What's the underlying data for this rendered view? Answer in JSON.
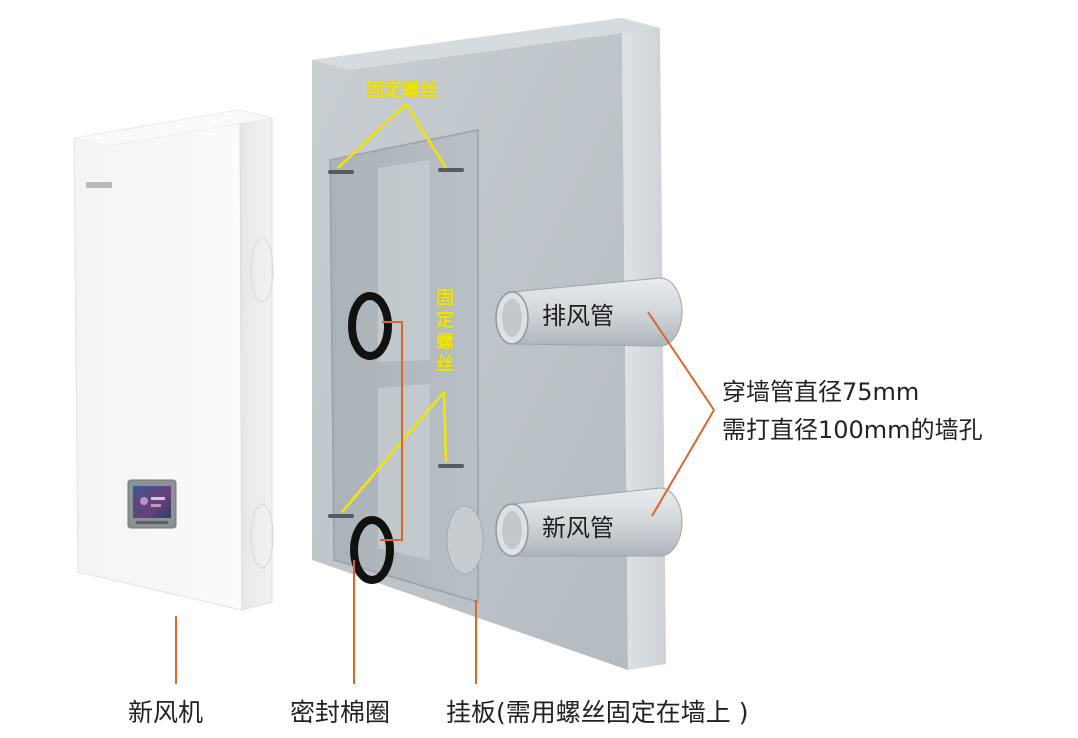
{
  "labels": {
    "unit": "新风机",
    "seal_ring": "密封棉圈",
    "mount_plate": "挂板(需用螺丝固定在墙上 )",
    "screw_top": "固定螺丝",
    "screw_mid": "固定螺丝",
    "exhaust_pipe": "排风管",
    "fresh_pipe": "新风管",
    "spec_line1": "穿墙管直径75mm",
    "spec_line2": "需打直径100mm的墙孔"
  },
  "colors": {
    "leader_line": "#d9662e",
    "screw_label": "#f2e600",
    "seal_ring": "#111111",
    "wall": "#bcc3c8",
    "unit_body": "#f7f7f7"
  },
  "icons": {
    "unit_screen": "touchscreen-panel-icon"
  }
}
